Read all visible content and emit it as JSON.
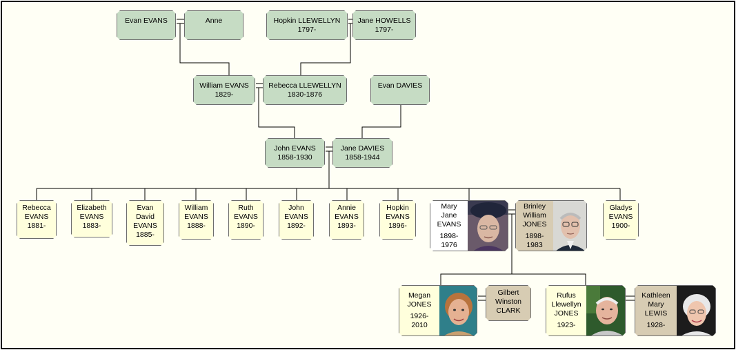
{
  "people": {
    "evan_evans": {
      "name": "Evan  EVANS",
      "dates": ""
    },
    "anne": {
      "name": "Anne",
      "dates": ""
    },
    "hopkin_llewellyn": {
      "name": "Hopkin LLEWELLYN",
      "dates": "1797-"
    },
    "jane_howells": {
      "name": "Jane HOWELLS",
      "dates": "1797-"
    },
    "william_evans_sr": {
      "name": "William  EVANS",
      "dates": "1829-"
    },
    "rebecca_llewellyn": {
      "name": "Rebecca LLEWELLYN",
      "dates": "1830-1876"
    },
    "evan_davies": {
      "name": "Evan  DAVIES",
      "dates": ""
    },
    "john_evans_sr": {
      "name": "John  EVANS",
      "dates": "1858-1930"
    },
    "jane_davies": {
      "name": "Jane  DAVIES",
      "dates": "1858-1944"
    },
    "rebecca_evans": {
      "name": "Rebecca\nEVANS",
      "dates": "1881-"
    },
    "elizabeth_evans": {
      "name": "Elizabeth\nEVANS",
      "dates": "1883-"
    },
    "evan_david_evans": {
      "name": "Evan\nDavid\nEVANS",
      "dates": "1885-"
    },
    "william_evans_jr": {
      "name": "William\nEVANS",
      "dates": "1888-"
    },
    "ruth_evans": {
      "name": "Ruth\nEVANS",
      "dates": "1890-"
    },
    "john_evans_jr": {
      "name": "John\nEVANS",
      "dates": "1892-"
    },
    "annie_evans": {
      "name": "Annie\nEVANS",
      "dates": "1893-"
    },
    "hopkin_evans": {
      "name": "Hopkin\nEVANS",
      "dates": "1896-"
    },
    "mary_jane_evans": {
      "name": "Mary\nJane\nEVANS",
      "dates": "1898-\n1976"
    },
    "brinley_william_jones": {
      "name": "Brinley\nWilliam\nJONES",
      "dates": "1898-\n1983"
    },
    "gladys_evans": {
      "name": "Gladys\nEVANS",
      "dates": "1900-"
    },
    "megan_jones": {
      "name": "Megan\nJONES",
      "dates": "1926-\n2010"
    },
    "gilbert_winston_clark": {
      "name": "Gilbert\nWinston\nCLARK",
      "dates": ""
    },
    "rufus_llewellyn_jones": {
      "name": "Rufus\nLlewellyn\nJONES",
      "dates": "1923-"
    },
    "kathleen_mary_lewis": {
      "name": "Kathleen\nMary\nLEWIS",
      "dates": "1928-"
    }
  },
  "colors": {
    "ancestor_box": "#c6dcc4",
    "descendant_box": "#ffffdc",
    "spouse_box": "#d7ccb3",
    "background": "#fffff5"
  }
}
